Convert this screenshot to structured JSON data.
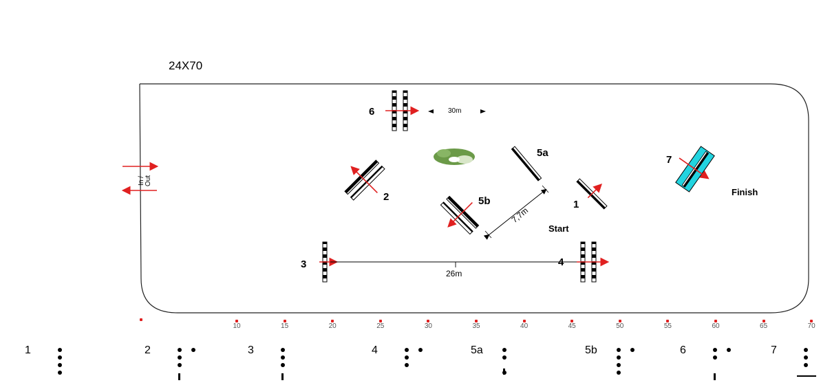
{
  "title": "",
  "arena": {
    "size_label": "24X70",
    "entry_label": "In / Out",
    "start_label": "Start",
    "finish_label": "Finish"
  },
  "fences": [
    {
      "id": "6",
      "label": "6"
    },
    {
      "id": "5a",
      "label": "5a"
    },
    {
      "id": "7",
      "label": "7"
    },
    {
      "id": "2",
      "label": "2"
    },
    {
      "id": "5b",
      "label": "5b"
    },
    {
      "id": "1",
      "label": "1"
    },
    {
      "id": "3",
      "label": "3"
    },
    {
      "id": "4",
      "label": "4"
    }
  ],
  "distances": {
    "d6": "30m",
    "d5": "7,7m",
    "d34": "26m"
  },
  "scale_ticks": [
    "10",
    "15",
    "20",
    "25",
    "30",
    "35",
    "40",
    "45",
    "50",
    "55",
    "60",
    "65",
    "70"
  ],
  "legend_codes": [
    {
      "num": "1"
    },
    {
      "num": "2"
    },
    {
      "num": "3"
    },
    {
      "num": "4"
    },
    {
      "num": "5a"
    },
    {
      "num": "5b"
    },
    {
      "num": "6"
    },
    {
      "num": "7"
    }
  ],
  "colors": {
    "arrow": "#e02020",
    "pole": "#000000",
    "water": "#22d4e0",
    "shrub": "#5c8a3a"
  }
}
